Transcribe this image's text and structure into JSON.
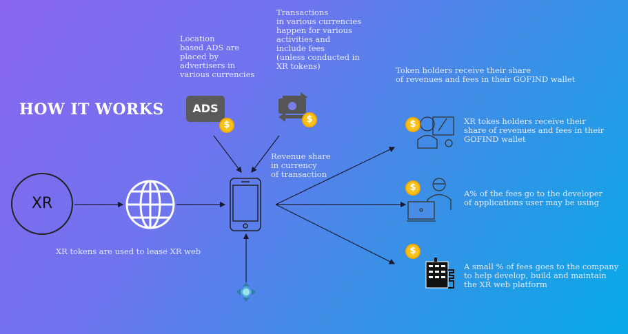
{
  "title": "HOW IT WORKS",
  "xr_node": "XR",
  "ads_label": "ADS",
  "coin_symbol": "$",
  "notes": {
    "location_ads": "Location\nbased ADS are\nplaced by\nadvertisers in\nvarious currencies",
    "transactions": "Transactions\nin various currencies\nhappen for various\nactivities and\ninclude fees\n(unless conducted in\nXR tokens)",
    "revenue_share": "Revenue share\nin currency\nof transaction",
    "token_holders": "Token holders receive their share\nof revenues and fees in their GOFIND wallet",
    "lease": "XR tokens are used to lease XR web"
  },
  "recipients": [
    {
      "icon": "token-holder-icon",
      "text": "XR tokes holders receive their\nshare of revenues and fees in their\nGOFIND wallet"
    },
    {
      "icon": "developer-icon",
      "text": "A% of the fees go to the developer\nof applications user may be using"
    },
    {
      "icon": "company-building-icon",
      "text": "A small % of fees goes to the company\nto help develop, build and maintain\nthe XR web platform"
    }
  ],
  "colors": {
    "bg_start": "#8a66ef",
    "bg_end": "#06aae6",
    "coin": "#f7c21b",
    "ads_box": "#5a5a5a"
  }
}
